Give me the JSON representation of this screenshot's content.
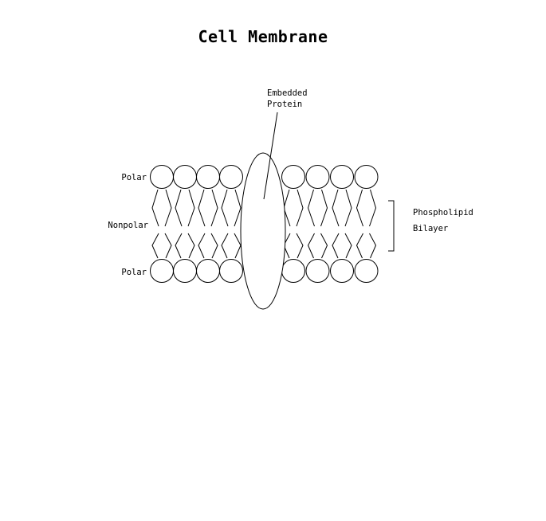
{
  "title": "Cell Membrane",
  "labels": {
    "embedded_line1": "Embedded",
    "embedded_line2": "Protein",
    "polar_top": "Polar",
    "nonpolar": "Nonpolar",
    "polar_bottom": "Polar",
    "bilayer_line1": "Phospholipid",
    "bilayer_line2": "Bilayer"
  },
  "membrane": {
    "heads_per_side_per_row": 4,
    "rows": 2
  },
  "colors": {
    "stroke": "#000000",
    "background": "#ffffff"
  }
}
